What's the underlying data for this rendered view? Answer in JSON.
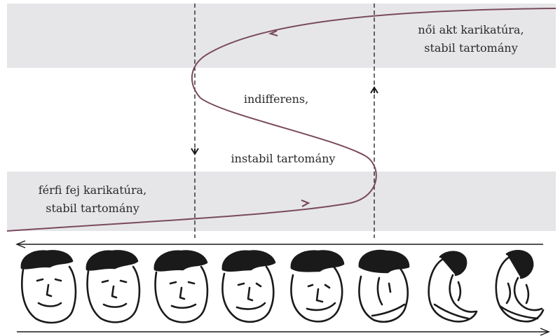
{
  "labels": {
    "top_region_line1": "női akt karikatúra,",
    "top_region_line2": "stabil tartomány",
    "middle_line1": "indifferens,",
    "middle_line2": "instabil tartomány",
    "bottom_region_line1": "férfi fej karikatúra,",
    "bottom_region_line2": "stabil tartomány"
  },
  "colors": {
    "band": "#e6e6e8",
    "curve": "#7a4a5e",
    "ink": "#1a1a1a"
  },
  "sequence": {
    "count": 8,
    "description_items": [
      "face-1",
      "face-2",
      "face-3",
      "face-4",
      "face-5",
      "face-6",
      "nude-7",
      "nude-8"
    ]
  }
}
